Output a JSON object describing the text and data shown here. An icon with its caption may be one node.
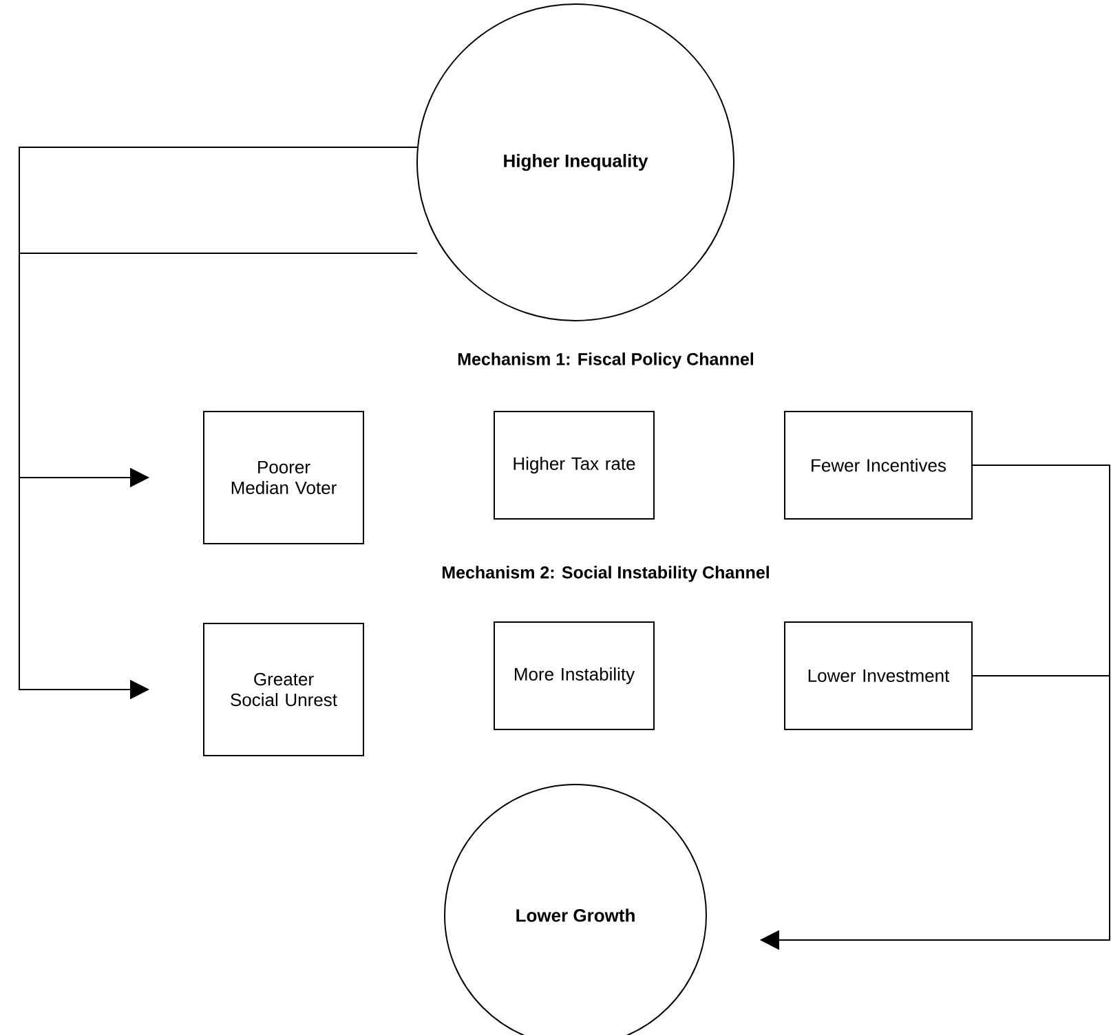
{
  "diagram": {
    "nodes": [
      {
        "text": [
          "Higher Inequality"
        ]
      },
      {
        "text": [
          "Poorer Median Voter"
        ]
      },
      {
        "text": [
          "Higher Tax rate"
        ]
      },
      {
        "text": [
          "Fewer Incentives"
        ]
      },
      {
        "text": [
          "Greater Social Unrest"
        ]
      },
      {
        "text": [
          "More Instability"
        ]
      },
      {
        "text": [
          "Lower Investment"
        ]
      },
      {
        "text": [
          "Lower Growth"
        ]
      }
    ],
    "edges": [
      {
        "from": 0,
        "to": 1,
        "arrow": "to"
      },
      {
        "from": 0,
        "to": 4,
        "arrow": "to"
      },
      {
        "from": 3,
        "to": 7,
        "arrow": "to"
      },
      {
        "from": 6,
        "to": 7,
        "arrow": "to"
      }
    ],
    "labels": [
      "Mechanism 1: Fiscal Policy Channel",
      "Mechanism 2: Social Instability Channel"
    ]
  }
}
